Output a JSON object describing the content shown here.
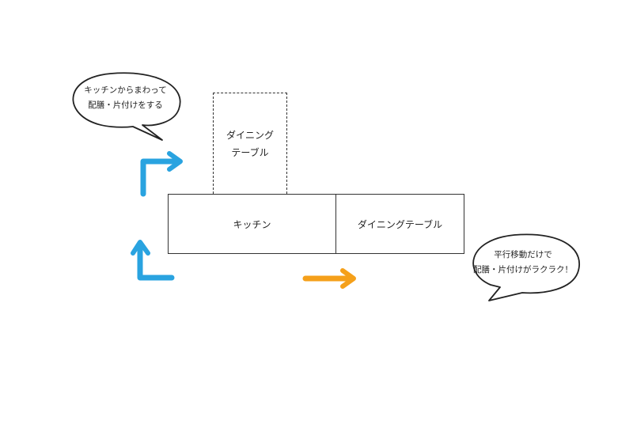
{
  "kitchen_label": "キッチン",
  "dining_label": "ダイニングテーブル",
  "dining_alt_label_line1": "ダイニング",
  "dining_alt_label_line2": "テーブル",
  "bubble_left": {
    "line1": "キッチンからまわって",
    "line2": "配膳・片付けをする"
  },
  "bubble_right": {
    "line1": "平行移動だけで",
    "line2": "配膳・片付けがラクラク！"
  },
  "colors": {
    "blue_arrow": "#29a3e0",
    "orange_arrow": "#f5a01a",
    "line": "#333333"
  }
}
